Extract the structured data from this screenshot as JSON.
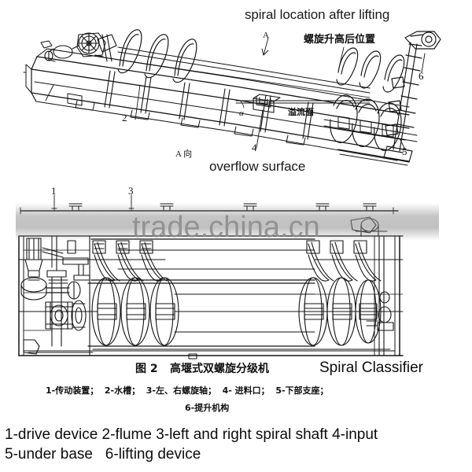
{
  "figure": {
    "type": "engineering-drawing",
    "subject": "High weir double spiral classifier",
    "upper_view": {
      "name": "perspective-view",
      "annotations": {
        "english_note": "spiral location after lifting",
        "chinese_note": "螺旋升高后位置",
        "overflow_cn": "溢流面",
        "overflow_en": "overflow surface",
        "view_direction": "A 向",
        "section_arrow": "A",
        "angle_symbol": "α"
      },
      "callouts": [
        {
          "id": "2",
          "label": "2"
        },
        {
          "id": "4",
          "label": "4"
        },
        {
          "id": "5",
          "label": "5"
        },
        {
          "id": "6",
          "label": "6"
        }
      ]
    },
    "lower_view": {
      "name": "plan-view",
      "callouts": [
        {
          "id": "1",
          "label": "1"
        },
        {
          "id": "3",
          "label": "3"
        }
      ]
    }
  },
  "watermark": {
    "text": "trade.china.cn",
    "color": "#8a8a8a"
  },
  "caption": {
    "figure_number": "图 2",
    "title_cn": "高堰式双螺旋分级机",
    "title_en": "Spiral Classifier",
    "legend_cn_line1": "1-传动装置；  2-水槽；  3-左、右螺旋轴；  4- 进料口；  5-下部支座；",
    "legend_cn_line2": "6-提升机构",
    "legend_en_line1": "1-drive device 2-flume 3-left and right spiral shaft 4-input",
    "legend_en_line2": "5-under base   6-lifting device"
  },
  "colors": {
    "ink": "#111111",
    "paper": "#ffffff",
    "watermark": "#8a8a8a"
  }
}
